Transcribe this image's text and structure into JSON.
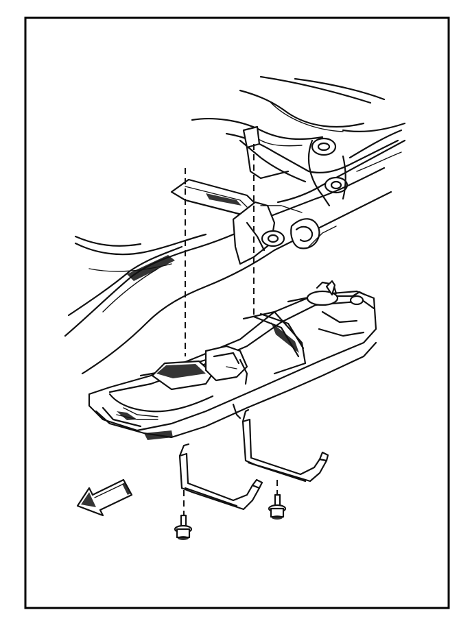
{
  "figure": {
    "frame_color": "#000000",
    "background": "#ffffff",
    "line_color": "#111111",
    "parts": [
      "vehicle-frame",
      "fuel-tank",
      "tank-strap-front",
      "tank-strap-rear",
      "strap-bolt-left",
      "strap-bolt-right",
      "front-direction-arrow"
    ]
  }
}
